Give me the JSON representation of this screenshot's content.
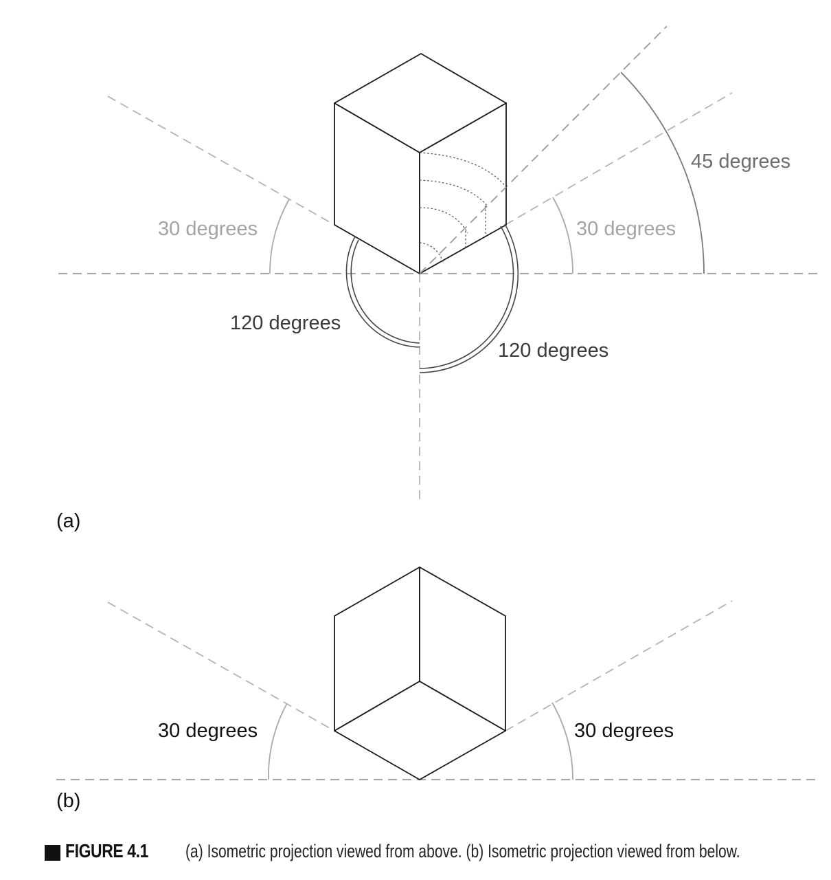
{
  "panel_a": {
    "panel_label": "(a)",
    "angle_left_label": "30 degrees",
    "angle_right_label": "30 degrees",
    "angle_45_label": "45 degrees",
    "angle_120_left_label": "120 degrees",
    "angle_120_right_label": "120 degrees"
  },
  "panel_b": {
    "panel_label": "(b)",
    "angle_left_label": "30 degrees",
    "angle_right_label": "30 degrees"
  },
  "caption": {
    "figure_label": "FIGURE 4.1",
    "text": "(a) Isometric projection viewed from above. (b) Isometric projection viewed from below."
  },
  "colors": {
    "dark_text": "#3a3a3a",
    "light_text": "#a3a3a3",
    "mid_text": "#6e6e6e",
    "line": "#1a1a1a"
  }
}
